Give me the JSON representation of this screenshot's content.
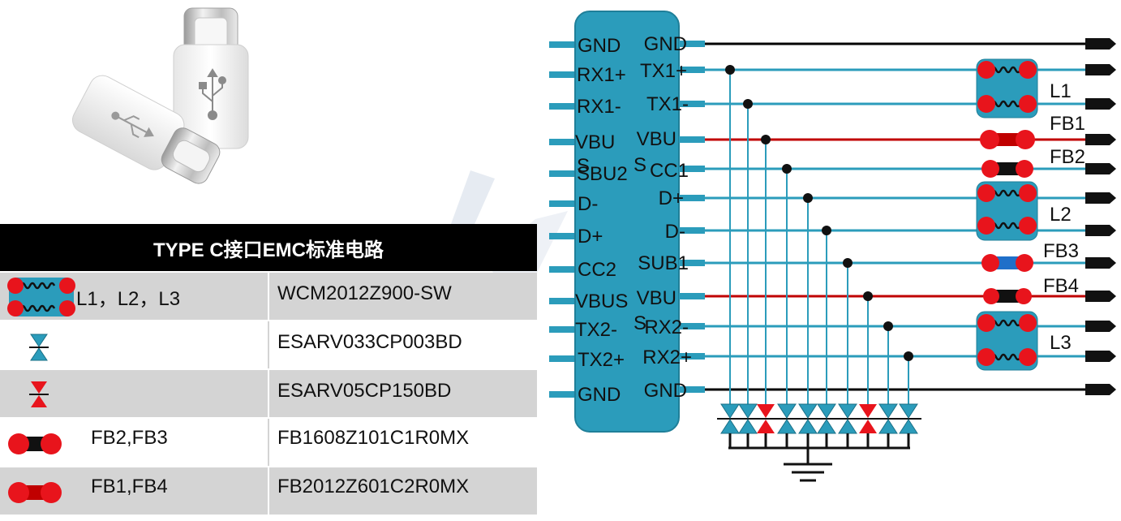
{
  "table": {
    "header": "TYPE C接口EMC标准电路",
    "rows": [
      {
        "label": "L1，L2，L3",
        "part": "WCM2012Z900-SW",
        "symbol": "common-mode-choke-icon"
      },
      {
        "label": "",
        "part": "ESARV033CP003BD",
        "symbol": "blue-tvs-diode-icon"
      },
      {
        "label": "",
        "part": "ESARV05CP150BD",
        "symbol": "red-tvs-diode-icon"
      },
      {
        "label": "FB2,FB3",
        "part": "FB1608Z101C1R0MX",
        "symbol": "black-ferrite-bead-icon"
      },
      {
        "label": "FB1,FB4",
        "part": "FB2012Z601C2R0MX",
        "symbol": "red-ferrite-bead-icon"
      }
    ]
  },
  "connector": {
    "left_pins": [
      "GND",
      "RX1+",
      "RX1-",
      "VBU",
      "S",
      "SBU2",
      "D-",
      "D+",
      "CC2",
      "VBUS",
      "TX2-",
      "TX2+",
      "GND"
    ],
    "right_pins": [
      "GND",
      "TX1+",
      "TX1-",
      "VBU",
      "S",
      "CC1",
      "D+",
      "D-",
      "SUB1",
      "VBU",
      "S",
      "RX2-",
      "RX2+",
      "GND"
    ]
  },
  "components": {
    "l1": "L1",
    "l2": "L2",
    "l3": "L3",
    "fb1": "FB1",
    "fb2": "FB2",
    "fb3": "FB3",
    "fb4": "FB4"
  },
  "colors": {
    "teal": "#2b9cbb",
    "red": "#c00000",
    "tvs_red": "#e8141c",
    "black": "#000000",
    "header_bg": "#000000",
    "row_gray": "#d4d4d4"
  }
}
